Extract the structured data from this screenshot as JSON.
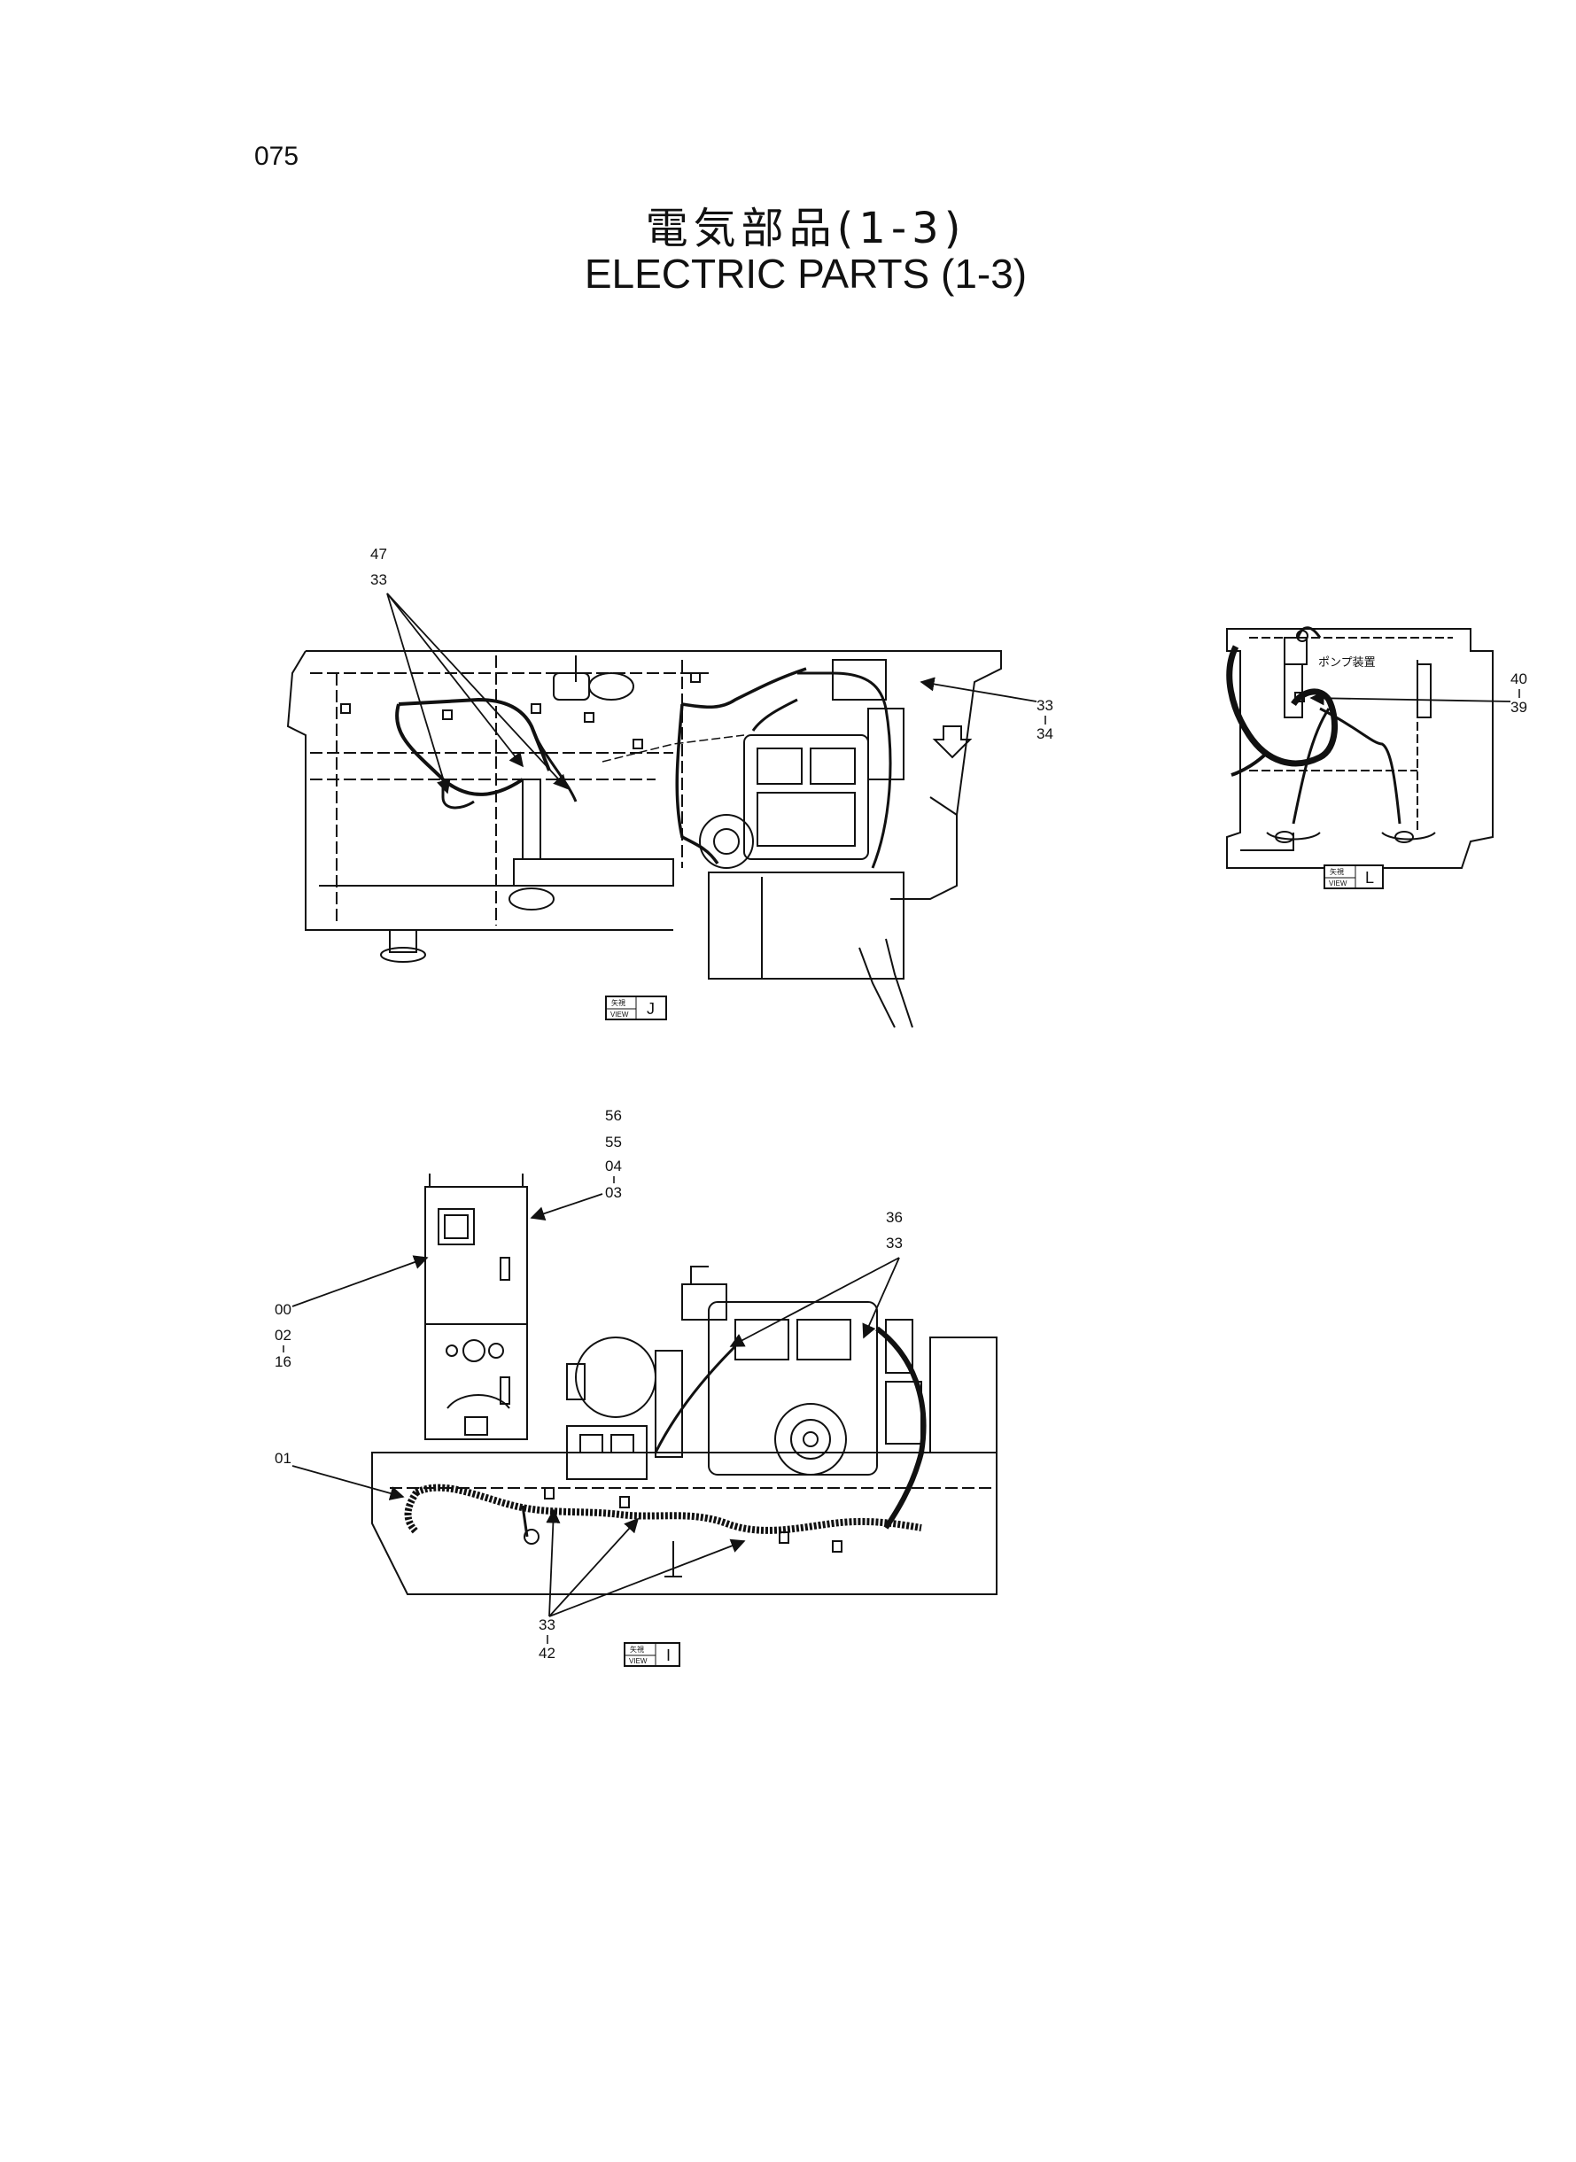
{
  "header": {
    "page_number": "075",
    "title_jp": "電気部品(1-3)",
    "title_en": "ELECTRIC  PARTS (1-3)"
  },
  "view_j": {
    "callouts": {
      "tl_top": "47",
      "tl_bottom": "33",
      "tr_top": "33",
      "tr_bottom": "34"
    },
    "tag": {
      "jp": "矢視",
      "en": "VIEW",
      "letter": "J"
    }
  },
  "view_l": {
    "label": "ポンプ装置",
    "callouts": {
      "top": "40",
      "bottom": "39"
    },
    "tag": {
      "jp": "矢視",
      "en": "VIEW",
      "letter": "L"
    }
  },
  "view_i": {
    "callouts": {
      "top_1": "56",
      "top_2": "55",
      "top_3": "04",
      "top_4": "03",
      "left_1": "00",
      "left_2": "02",
      "left_3": "16",
      "left_harness": "01",
      "right_1": "36",
      "right_2": "33",
      "bottom_1": "33",
      "bottom_2": "42"
    },
    "tag": {
      "jp": "矢視",
      "en": "VIEW",
      "letter": "I"
    }
  }
}
